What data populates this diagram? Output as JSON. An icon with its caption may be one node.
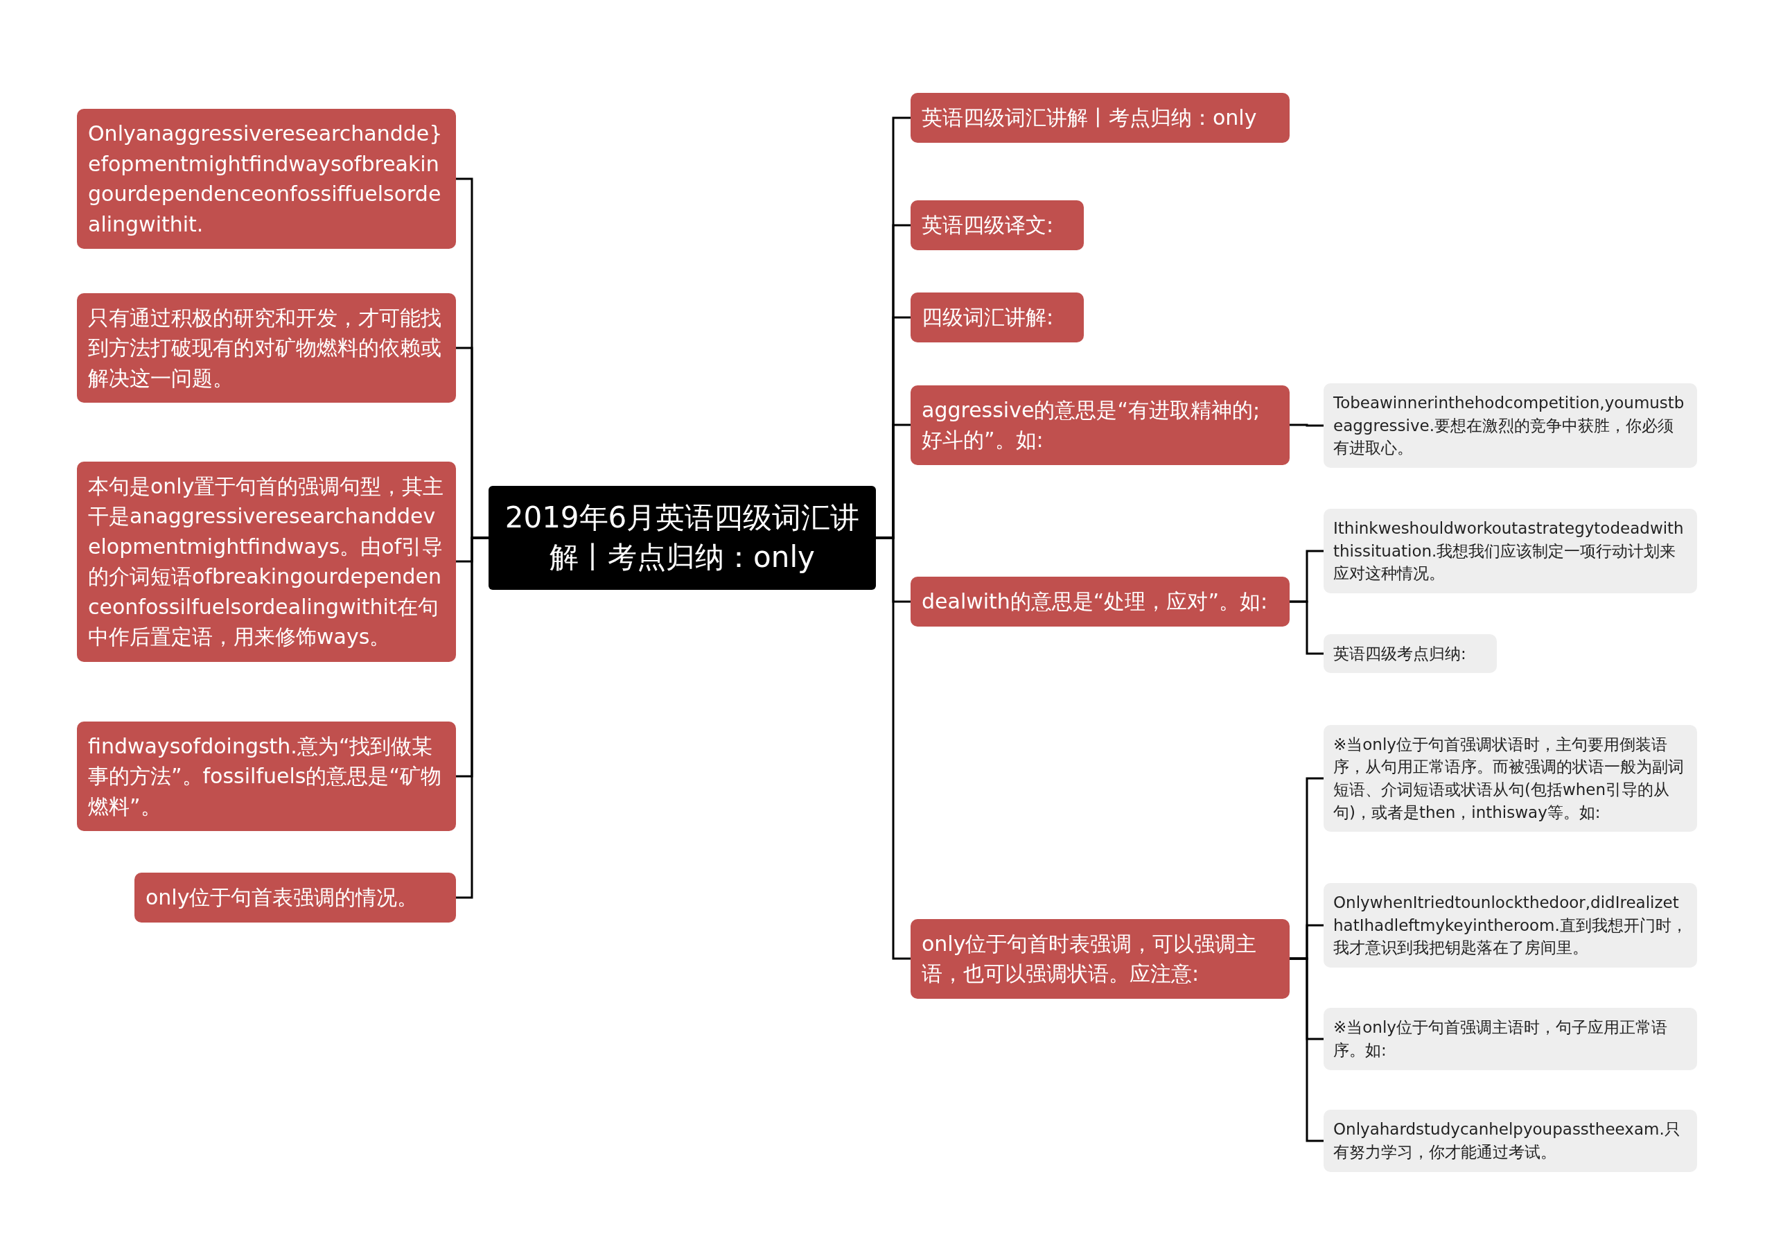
{
  "diagram": {
    "nodes": [
      {
        "text": [
          "2019年6月英语四级词汇讲解丨考点归纳：only"
        ]
      },
      {
        "text": [
          "Onlyanaggressiveresearchandde}efopmentmightfindwaysofbreakingourdependenceonfossiffuelsordealingwithit."
        ]
      },
      {
        "text": [
          "只有通过积极的研究和开发，才可能找到方法打破现有的对矿物燃料的依赖或解决这一问题。"
        ]
      },
      {
        "text": [
          "本句是only置于句首的强调句型，其主干是anaggressiveresearchanddevelopmentmightfindways。由of引导的介词短语ofbreakingourdependenceonfossilfuelsordealingwithit在句中作后置定语，用来修饰ways。"
        ]
      },
      {
        "text": [
          "findwaysofdoingsth.意为“找到做某事的方法”。fossilfuels的意思是“矿物燃料”。"
        ]
      },
      {
        "text": [
          "only位于句首表强调的情况。"
        ]
      },
      {
        "text": [
          "英语四级词汇讲解丨考点归纳：only"
        ]
      },
      {
        "text": [
          "英语四级译文:"
        ]
      },
      {
        "text": [
          "四级词汇讲解:"
        ]
      },
      {
        "text": [
          "aggressive的意思是“有进取精神的;好斗的”。如:"
        ]
      },
      {
        "text": [
          "dealwith的意思是“处理，应对”。如:"
        ]
      },
      {
        "text": [
          "only位于句首时表强调，可以强调主语，也可以强调状语。应注意:"
        ]
      },
      {
        "text": [
          "Tobeawinnerinthehodcompetition,youmustbeaggressive.要想在激烈的竞争中获胜，你必须有进取心。"
        ]
      },
      {
        "text": [
          "Ithinkweshouldworkoutastrategytodeadwiththissituation.我想我们应该制定一项行动计划来应对这种情况。"
        ]
      },
      {
        "text": [
          "英语四级考点归纳:"
        ]
      },
      {
        "text": [
          "※当only位于句首强调状语时，主句要用倒装语序，从句用正常语序。而被强调的状语一般为副词短语、介词短语或状语从句(包括when引导的从句)，或者是then，inthisway等。如:"
        ]
      },
      {
        "text": [
          "OnlywhenItriedtounlockthedoor,didIrealizethatIhadleftmykeyintheroom.直到我想开门时，我才意识到我把钥匙落在了房间里。"
        ]
      },
      {
        "text": [
          "※当only位于句首强调主语时，句子应用正常语序。如:"
        ]
      },
      {
        "text": [
          "Onlyahardstudycanhelpyoupasstheexam.只有努力学习，你才能通过考试。"
        ]
      }
    ],
    "edges": [
      {
        "from": 0,
        "to": 1,
        "arrow": "none"
      },
      {
        "from": 0,
        "to": 2,
        "arrow": "none"
      },
      {
        "from": 0,
        "to": 3,
        "arrow": "none"
      },
      {
        "from": 0,
        "to": 4,
        "arrow": "none"
      },
      {
        "from": 0,
        "to": 5,
        "arrow": "none"
      },
      {
        "from": 0,
        "to": 6,
        "arrow": "none"
      },
      {
        "from": 0,
        "to": 7,
        "arrow": "none"
      },
      {
        "from": 0,
        "to": 8,
        "arrow": "none"
      },
      {
        "from": 0,
        "to": 9,
        "arrow": "none"
      },
      {
        "from": 0,
        "to": 10,
        "arrow": "none"
      },
      {
        "from": 0,
        "to": 11,
        "arrow": "none"
      },
      {
        "from": 9,
        "to": 12,
        "arrow": "none"
      },
      {
        "from": 10,
        "to": 13,
        "arrow": "none"
      },
      {
        "from": 10,
        "to": 14,
        "arrow": "none"
      },
      {
        "from": 11,
        "to": 15,
        "arrow": "none"
      },
      {
        "from": 11,
        "to": 16,
        "arrow": "none"
      },
      {
        "from": 11,
        "to": 17,
        "arrow": "none"
      },
      {
        "from": 11,
        "to": 18,
        "arrow": "none"
      }
    ]
  }
}
